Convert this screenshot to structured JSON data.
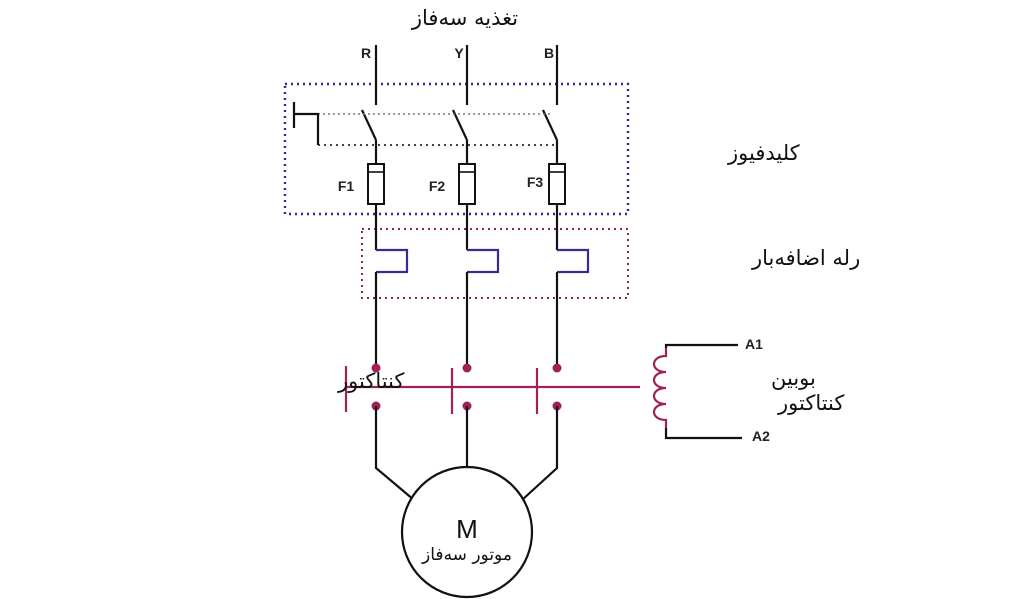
{
  "title": "تغذیه سه‌فاز",
  "phases": [
    "R",
    "Y",
    "B"
  ],
  "fuses": [
    "F1",
    "F2",
    "F3"
  ],
  "labels": {
    "fuse_switch": "کلیدفیوز",
    "overload_relay": "رله اضافه‌بار",
    "contactor": "کنتاکتور",
    "coil_line1": "بوبین",
    "coil_line2": "کنتاکتور",
    "coil_a1": "A1",
    "coil_a2": "A2",
    "motor_symbol": "M",
    "motor_label": "موتور سه‌فاز"
  },
  "colors": {
    "fuse_box_border": "#2a2a9a",
    "relay_box_border": "#8a2a4a",
    "relay_element": "#3b2a8f",
    "contactor": "#a0205a",
    "wire": "#111111"
  }
}
